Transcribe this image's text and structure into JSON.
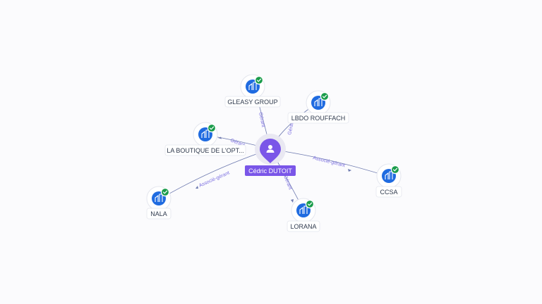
{
  "center": {
    "name": "Cédric DUTOIT",
    "icon": "person-icon",
    "color": "#7a56e8"
  },
  "nodes": [
    {
      "id": "gleasy",
      "label": "GLEASY GROUP",
      "icon": "company-icon",
      "verified": true
    },
    {
      "id": "lbdo",
      "label": "LBDO ROUFFACH",
      "icon": "company-icon",
      "verified": true
    },
    {
      "id": "boutique",
      "label": "LA BOUTIQUE DE L'OPT...",
      "icon": "company-icon",
      "verified": true
    },
    {
      "id": "nala",
      "label": "NALA",
      "icon": "company-icon",
      "verified": true
    },
    {
      "id": "lorana",
      "label": "LORANA",
      "icon": "company-icon",
      "verified": true
    },
    {
      "id": "ccsa",
      "label": "CCSA",
      "icon": "company-icon",
      "verified": true
    }
  ],
  "edges": [
    {
      "target": "gleasy",
      "label": "Gérant"
    },
    {
      "target": "lbdo",
      "label": "Gérant"
    },
    {
      "target": "boutique",
      "label": "Gérant"
    },
    {
      "target": "nala",
      "label": "Associé-gérant"
    },
    {
      "target": "lorana",
      "label": "Gérant"
    },
    {
      "target": "ccsa",
      "label": "Associé-gérant"
    }
  ],
  "colors": {
    "company": "#1f6be0",
    "verified": "#1a9c4b",
    "edge": "#6f7bb0",
    "edge_label": "#7b6fe0"
  }
}
